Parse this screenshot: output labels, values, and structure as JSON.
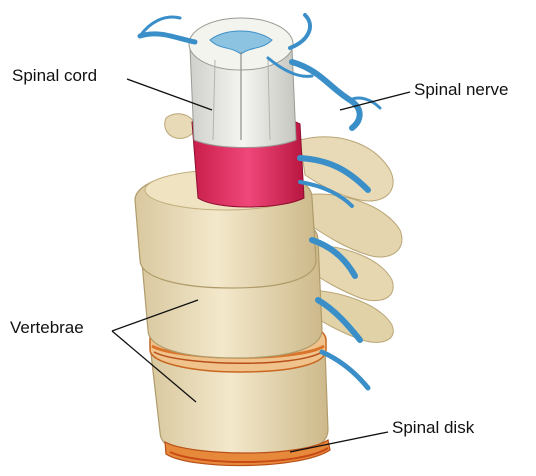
{
  "labels": {
    "spinal_cord": "Spinal cord",
    "spinal_nerve": "Spinal nerve",
    "vertebrae": "Vertebrae",
    "spinal_disk": "Spinal disk"
  },
  "colors": {
    "bone": "#efe3c2",
    "bone_shade": "#d8c79d",
    "cord": "#e9e9e3",
    "dura": "#e0285a",
    "nerve": "#3b8fc9",
    "disk": "#d9742a",
    "leader_line": "#111111"
  }
}
